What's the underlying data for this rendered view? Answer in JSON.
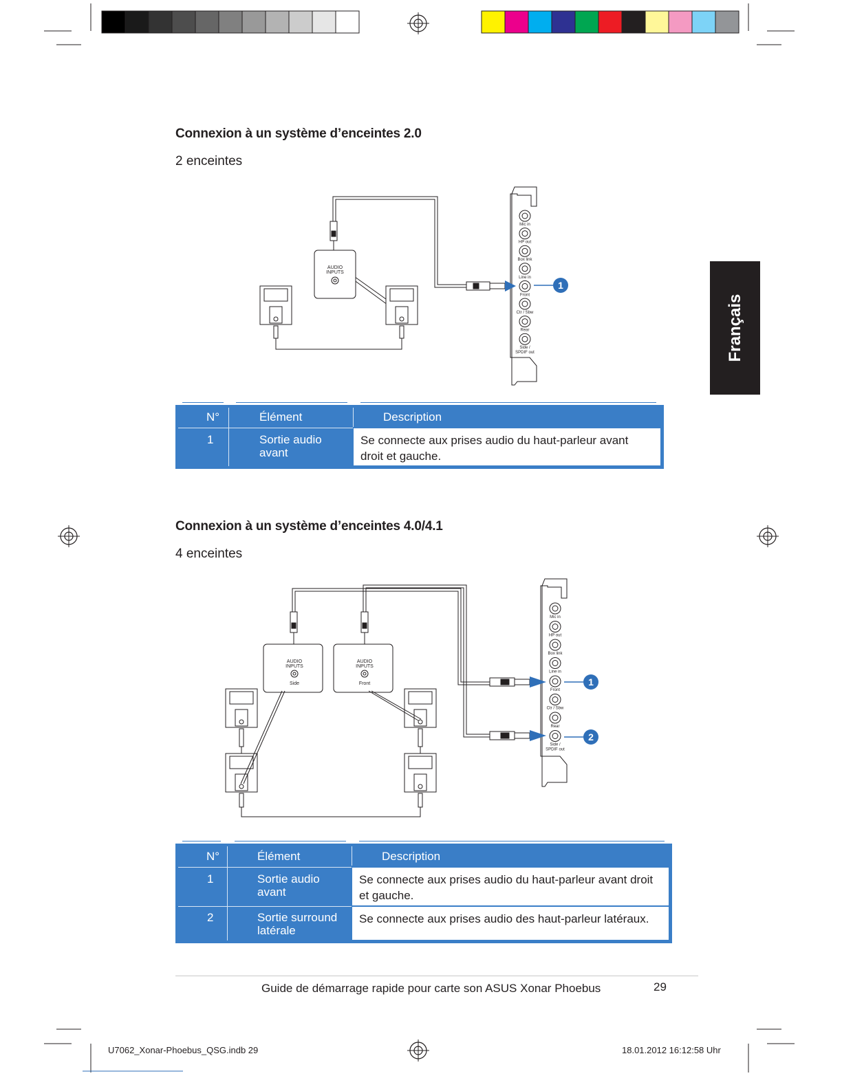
{
  "side_tab": "Français",
  "section1": {
    "title": "Connexion à un système d’enceintes 2.0",
    "subtitle": "2 enceintes",
    "diagram": {
      "box_label_line1": "AUDIO",
      "box_label_line2": "INPUTS",
      "ports": [
        "Mic in",
        "HP out",
        "Box link",
        "Line in",
        "Front",
        "Ctr / Sbw",
        "Rear",
        "Side /",
        "SPDIF out"
      ],
      "callout": "1"
    },
    "table": {
      "headers": [
        "N°",
        "Élément",
        "Description"
      ],
      "rows": [
        {
          "num": "1",
          "element_line1": "Sortie audio",
          "element_line2": "avant",
          "description": "Se connecte aux prises audio du haut-parleur avant droit et gauche."
        }
      ]
    }
  },
  "section2": {
    "title": "Connexion à un système d’enceintes 4.0/4.1",
    "subtitle": "4 enceintes",
    "diagram": {
      "box_label_line1": "AUDIO",
      "box_label_line2": "INPUTS",
      "box1_sub": "Side",
      "box2_sub": "Front",
      "ports": [
        "Mic in",
        "HP out",
        "Box link",
        "Line in",
        "Front",
        "Ctr / Sbw",
        "Rear",
        "Side /",
        "SPDIF out"
      ],
      "callout1": "1",
      "callout2": "2"
    },
    "table": {
      "headers": [
        "N°",
        "Élément",
        "Description"
      ],
      "rows": [
        {
          "num": "1",
          "element_line1": "Sortie audio",
          "element_line2": "avant",
          "description": "Se connecte aux prises audio du haut-parleur avant droit et gauche."
        },
        {
          "num": "2",
          "element_line1": "Sortie surround",
          "element_line2": "latérale",
          "description": "Se connecte aux prises audio des haut-parleur latéraux."
        }
      ]
    }
  },
  "footer": {
    "guide": "Guide de démarrage rapide pour carte son ASUS Xonar Phoebus",
    "page": "29"
  },
  "slug": {
    "file": "U7062_Xonar-Phoebus_QSG.indb   29",
    "date": "18.01.2012   16:12:58 Uhr"
  },
  "colors": {
    "accent_blue": "#3a7ec7",
    "callout_blue": "#2f6fb8",
    "tab_black": "#231f20",
    "color_bar": [
      "#fff200",
      "#ec008c",
      "#00aeef",
      "#2e3192",
      "#00a651",
      "#ed1c24",
      "#231f20",
      "#fff799",
      "#f49ac2",
      "#7dd3f7",
      "#939598"
    ],
    "gray_bar": [
      "#000000",
      "#1a1a1a",
      "#333333",
      "#4d4d4d",
      "#666666",
      "#808080",
      "#999999",
      "#b3b3b3",
      "#cccccc",
      "#e6e6e6",
      "#ffffff"
    ]
  }
}
